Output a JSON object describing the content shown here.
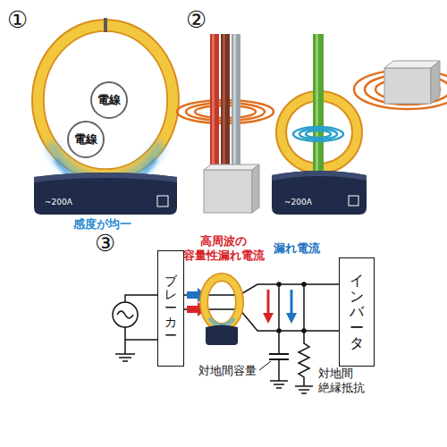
{
  "diagram": {
    "nodes": [
      {
        "text": [
          "電線"
        ]
      },
      {
        "text": [
          "電線"
        ]
      },
      {
        "text": [
          "ブレーカー"
        ]
      },
      {
        "text": [
          "インバータ"
        ]
      }
    ],
    "edges": [
      {
        "from": 2,
        "to": 3,
        "arrow": "none"
      },
      {
        "from": 2,
        "to": 3,
        "arrow": "none"
      }
    ],
    "labels": [
      "①",
      "~200A",
      "感度が均一",
      "②",
      "~200A",
      "③",
      "高周波の 容量性漏れ電流",
      "漏れ電流",
      "対地間容量",
      "対地間 絶縁抵抗"
    ]
  }
}
